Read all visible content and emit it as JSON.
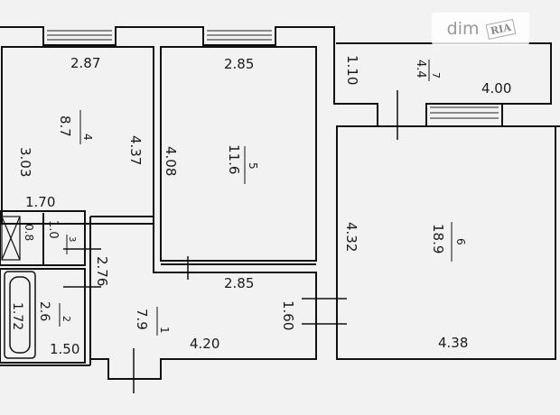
{
  "watermark": {
    "brand": "dim",
    "seal": "RIA"
  },
  "rooms": [
    {
      "id": "room-4",
      "number": "4",
      "area": "8.7",
      "length": "2.87",
      "width": "3.03",
      "depth": "4.37"
    },
    {
      "id": "room-5",
      "number": "5",
      "area": "11.6",
      "length": "2.85",
      "depth": "4.08",
      "bottom_length": "2.85"
    },
    {
      "id": "room-6",
      "number": "6",
      "area": "18.9",
      "depth": "4.32",
      "length": "4.38"
    },
    {
      "id": "room-7",
      "number": "7",
      "area": "4.4",
      "length": "4.00",
      "depth": "1.10"
    },
    {
      "id": "room-1",
      "number": "1",
      "area": "7.9",
      "length": "4.20",
      "depth": "2.76",
      "partition": "1.60",
      "top_length": "1.70"
    },
    {
      "id": "room-2",
      "number": "2",
      "area": "2.6",
      "length": "1.50",
      "fixture": "1.72"
    },
    {
      "id": "room-3",
      "number": "3",
      "area": "1.0",
      "depth": "0.8"
    }
  ],
  "colors": {
    "wall": "#111111",
    "background": "#f2f2f2"
  }
}
